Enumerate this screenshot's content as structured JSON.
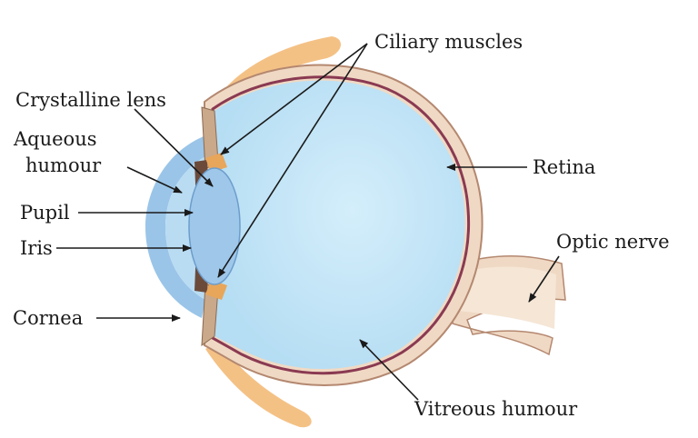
{
  "labels": {
    "ciliary_muscles": "Ciliary muscles",
    "crystalline_lens": "Crystalline lens",
    "aqueous_humour_line1": "Aqueous",
    "aqueous_humour_line2": "humour",
    "pupil": "Pupil",
    "iris": "Iris",
    "cornea": "Cornea",
    "retina": "Retina",
    "optic_nerve": "Optic nerve",
    "vitreous_humour": "Vitreous humour"
  },
  "colors": {
    "vitreous": "#c7e6f7",
    "sclera": "#f0d9c4",
    "sclera_edge": "#b48870",
    "retina": "#8a3a52",
    "lens": "#9ec7ea",
    "cornea": "#8fbfe6",
    "muscle": "#e8a65a",
    "iris": "#6b4a3a",
    "label": "#1a1a1a"
  }
}
